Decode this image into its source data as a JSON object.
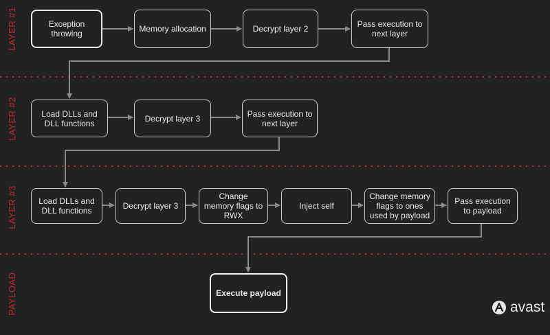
{
  "colors": {
    "background": "#222222",
    "lane_label": "#c0282d",
    "divider": "#c0282d",
    "box_border": "#cfcfcf",
    "arrow": "#8a8a8a"
  },
  "lanes": [
    "LAYER #1",
    "LAYER #2",
    "LAYER #3",
    "PAYLOAD"
  ],
  "layer1": [
    "Exception throwing",
    "Memory allocation",
    "Decrypt layer 2",
    "Pass execution to next layer"
  ],
  "layer2": [
    "Load DLLs and DLL functions",
    "Decrypt layer 3",
    "Pass execution to next layer"
  ],
  "layer3": [
    "Load DLLs and DLL functions",
    "Decrypt layer 3",
    "Change memory flags to RWX",
    "Inject self",
    "Change memory flags to ones used by payload",
    "Pass execution to payload"
  ],
  "payload": [
    "Execute payload"
  ],
  "brand": {
    "name": "avast",
    "icon": "avast-logo-icon"
  }
}
